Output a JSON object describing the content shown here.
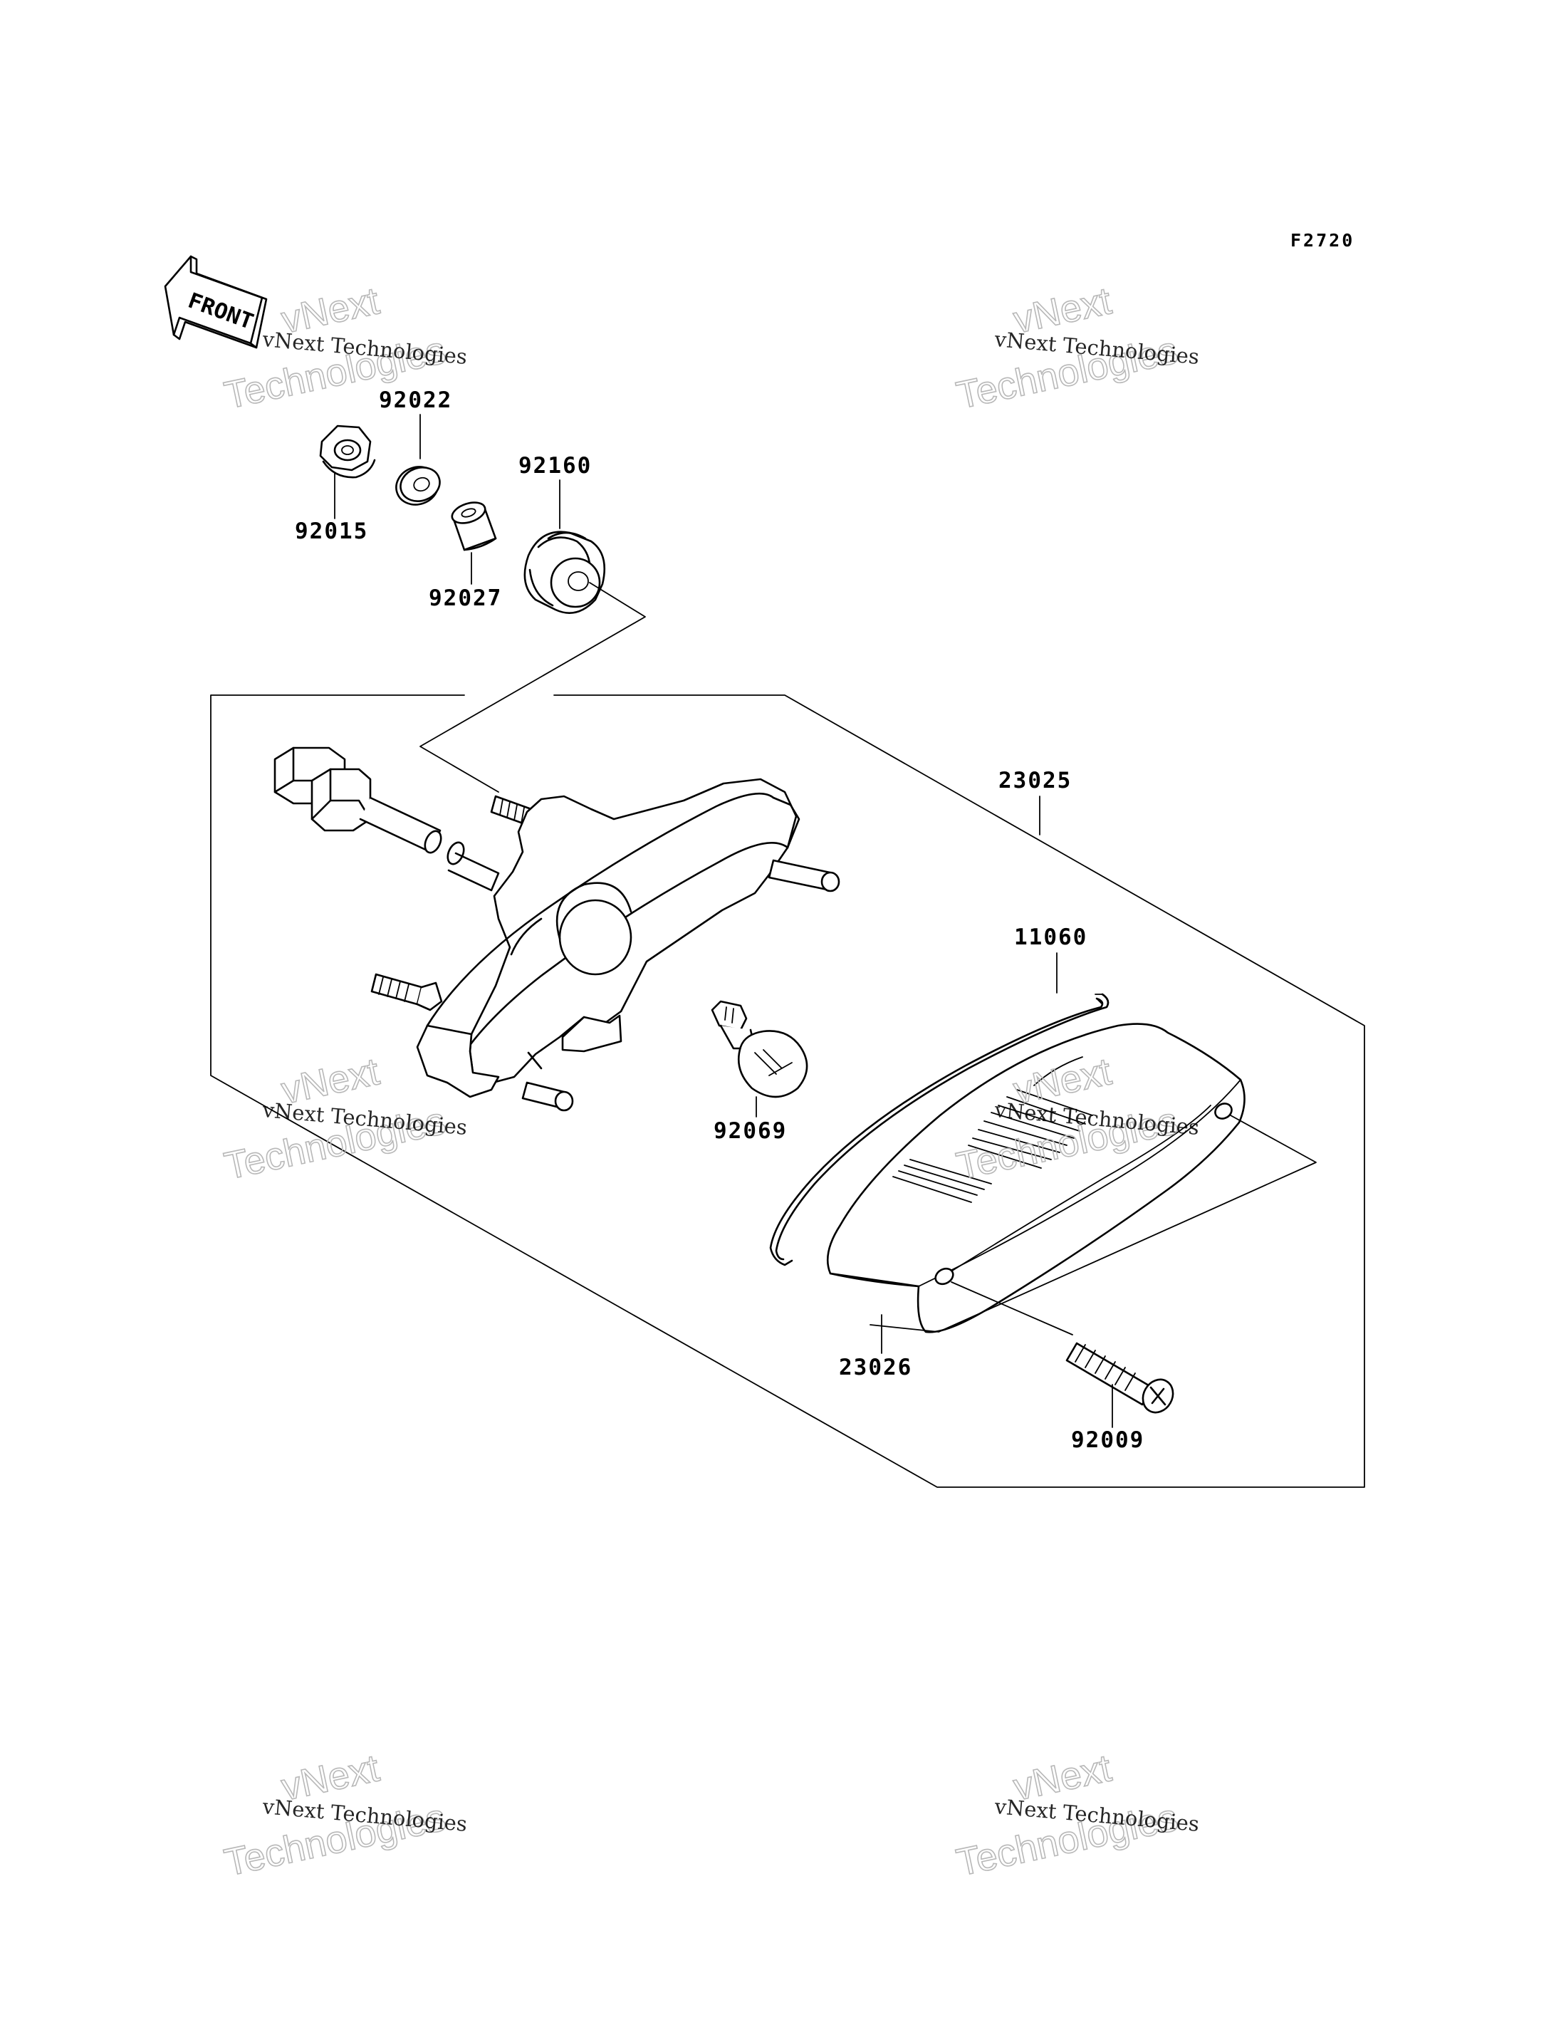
{
  "diagram_code": "F2720",
  "front_arrow_label": "FRONT",
  "watermark": {
    "line1": "vNext",
    "line2": "vNext Technologies",
    "line3": "Technologies"
  },
  "parts": [
    {
      "id": "p92022",
      "number": "92022"
    },
    {
      "id": "p92015",
      "number": "92015"
    },
    {
      "id": "p92160",
      "number": "92160"
    },
    {
      "id": "p92027",
      "number": "92027"
    },
    {
      "id": "p23025",
      "number": "23025"
    },
    {
      "id": "p11060",
      "number": "11060"
    },
    {
      "id": "p92069",
      "number": "92069"
    },
    {
      "id": "p23026",
      "number": "23026"
    },
    {
      "id": "p92009",
      "number": "92009"
    }
  ]
}
